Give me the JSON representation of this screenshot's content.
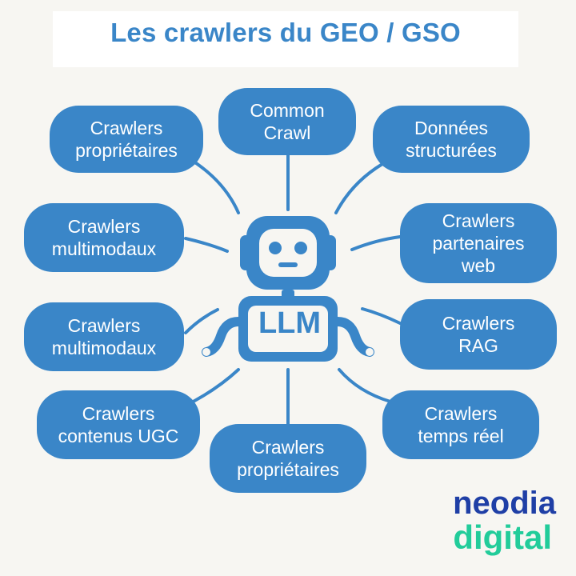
{
  "title": "Les crawlers du GEO / GSO",
  "center": {
    "label": "LLM"
  },
  "nodes": [
    {
      "id": "top",
      "label": "Common\nCrawl"
    },
    {
      "id": "top-left",
      "label": "Crawlers\npropriétaires"
    },
    {
      "id": "top-right",
      "label": "Données\nstructurées"
    },
    {
      "id": "mid-left-1",
      "label": "Crawlers\nmultimodaux"
    },
    {
      "id": "mid-right-1",
      "label": "Crawlers\npartenaires\nweb"
    },
    {
      "id": "mid-left-2",
      "label": "Crawlers\nmultimodaux"
    },
    {
      "id": "mid-right-2",
      "label": "Crawlers\nRAG"
    },
    {
      "id": "bottom-left",
      "label": "Crawlers\ncontenus UGC"
    },
    {
      "id": "bottom",
      "label": "Crawlers\npropriétaires"
    },
    {
      "id": "bottom-right",
      "label": "Crawlers\ntemps réel"
    }
  ],
  "brand": {
    "line1": "neodia",
    "line2": "digital"
  },
  "colors": {
    "node": "#3a86c8",
    "brand_dark": "#1f3fa6",
    "brand_green": "#22cc9a"
  },
  "icons": [
    "robot-icon"
  ]
}
